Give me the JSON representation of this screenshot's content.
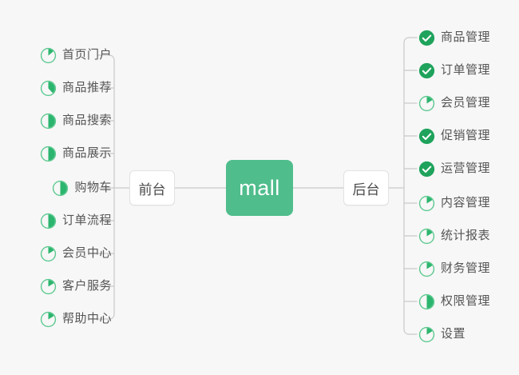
{
  "diagram": {
    "title": "mall",
    "background_color": "#f7f7f7",
    "root": {
      "label": "mall",
      "color": "#4fbd8c",
      "text_color": "#ffffff"
    },
    "branches": [
      {
        "id": "frontend",
        "label": "前台",
        "side": "left"
      },
      {
        "id": "backend",
        "label": "后台",
        "side": "right"
      }
    ],
    "colors": {
      "progress_ring": "#5cc98f",
      "progress_fill": "#2cb56e",
      "complete_fill": "#1fa35c",
      "complete_check": "#ffffff",
      "connector": "#c9c9c9",
      "label_text": "#555555",
      "node_border": "#e2e2e2",
      "node_bg": "#ffffff"
    },
    "frontend_items": [
      {
        "label": "首页门户",
        "status": "progress",
        "percent": 14
      },
      {
        "label": "商品推荐",
        "status": "progress",
        "percent": 38
      },
      {
        "label": "商品搜索",
        "status": "progress",
        "percent": 50
      },
      {
        "label": "商品展示",
        "status": "progress",
        "percent": 50
      },
      {
        "label": "购物车",
        "status": "progress",
        "percent": 50
      },
      {
        "label": "订单流程",
        "status": "progress",
        "percent": 50
      },
      {
        "label": "会员中心",
        "status": "progress",
        "percent": 16
      },
      {
        "label": "客户服务",
        "status": "progress",
        "percent": 16
      },
      {
        "label": "帮助中心",
        "status": "progress",
        "percent": 16
      }
    ],
    "backend_items": [
      {
        "label": "商品管理",
        "status": "complete",
        "percent": 100
      },
      {
        "label": "订单管理",
        "status": "complete",
        "percent": 100
      },
      {
        "label": "会员管理",
        "status": "progress",
        "percent": 16
      },
      {
        "label": "促销管理",
        "status": "complete",
        "percent": 100
      },
      {
        "label": "运营管理",
        "status": "complete",
        "percent": 100
      },
      {
        "label": "内容管理",
        "status": "progress",
        "percent": 16
      },
      {
        "label": "统计报表",
        "status": "progress",
        "percent": 16
      },
      {
        "label": "财务管理",
        "status": "progress",
        "percent": 16
      },
      {
        "label": "权限管理",
        "status": "progress",
        "percent": 50
      },
      {
        "label": "设置",
        "status": "progress",
        "percent": 16
      }
    ]
  }
}
